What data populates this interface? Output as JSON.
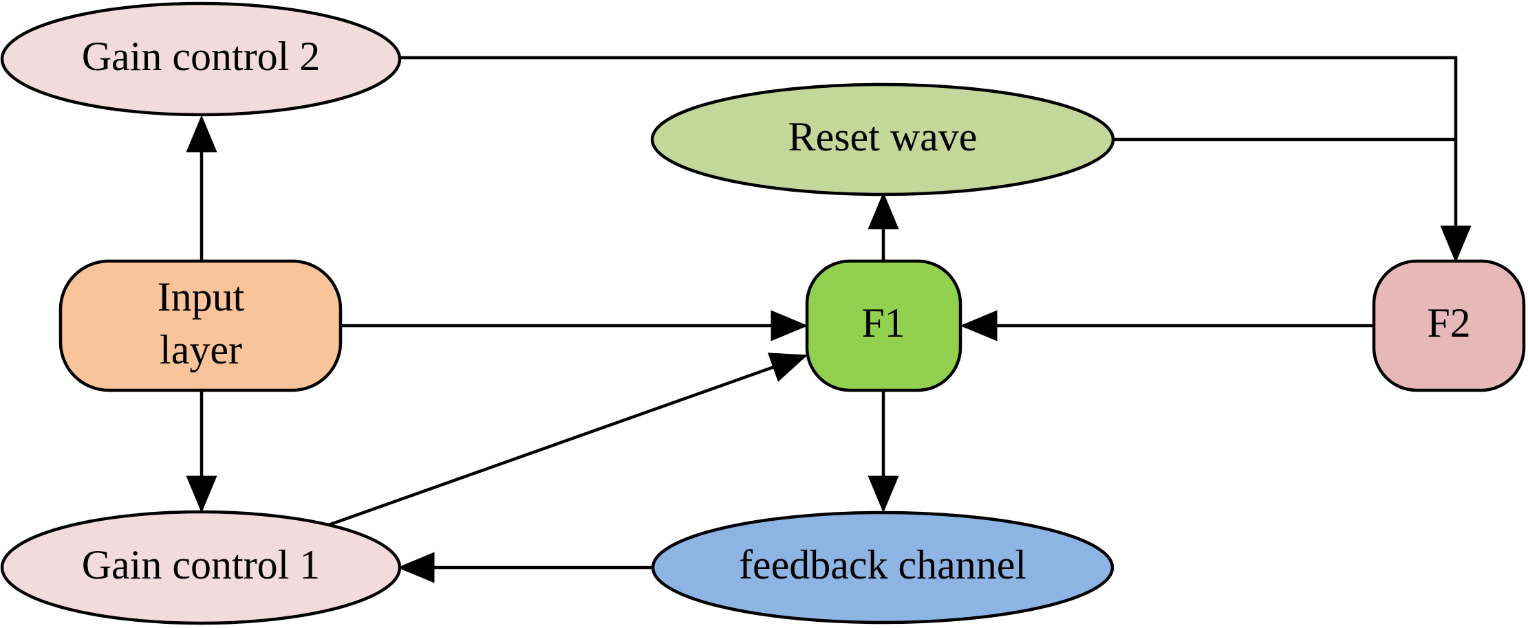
{
  "nodes": {
    "gain_control_2": {
      "label": "Gain control 2",
      "color": "#f2dcdb"
    },
    "reset_wave": {
      "label": "Reset wave",
      "color": "#c4d79b"
    },
    "input_layer": {
      "label_line1": "Input",
      "label_line2": "layer",
      "color": "#f9c49a"
    },
    "f1": {
      "label": "F1",
      "color": "#92d050"
    },
    "f2": {
      "label": "F2",
      "color": "#e6b9b8"
    },
    "gain_control_1": {
      "label": "Gain control 1",
      "color": "#f2dcdb"
    },
    "feedback_channel": {
      "label": "feedback channel",
      "color": "#8eb4e3"
    }
  }
}
